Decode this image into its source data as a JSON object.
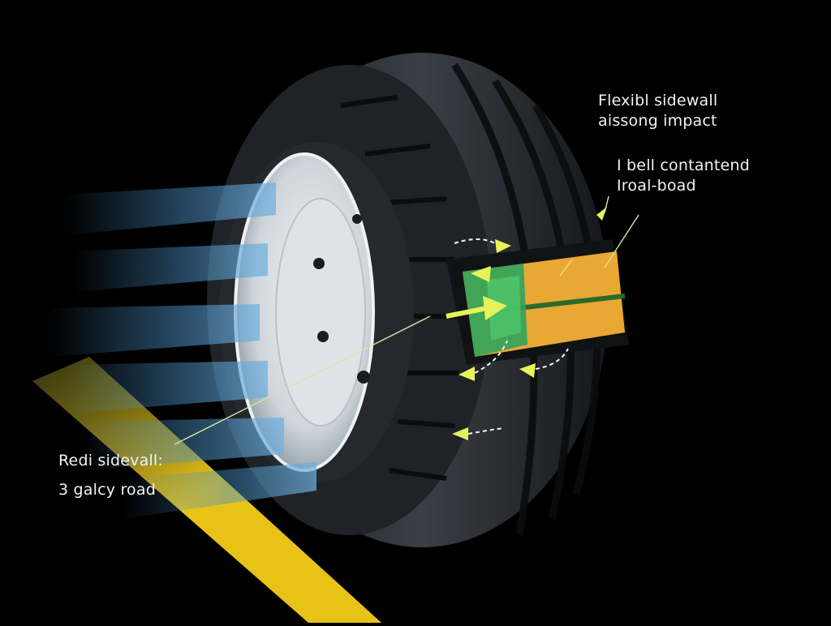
{
  "diagram": {
    "subject": "tire cross-section illustration",
    "colors": {
      "background": "#000000",
      "tire": "#2a2d33",
      "rim": "#d8dde2",
      "light_beams": "#4a8fc2",
      "road_stripe": "#e8c317",
      "cutaway_core": "#e9a833",
      "cutaway_green": "#2fa35a",
      "arrow": "#e6f25a",
      "label_text": "#f2f2f2"
    },
    "labels": {
      "top_right": {
        "line1": "Flexibl sidewall",
        "line2": "aissong impact"
      },
      "mid_right": {
        "line1": "I bell contantend",
        "line2": "Iroal-boad"
      },
      "bottom_left": {
        "line1": "Redi sidevall:",
        "line2": "3 galcy road"
      }
    }
  }
}
